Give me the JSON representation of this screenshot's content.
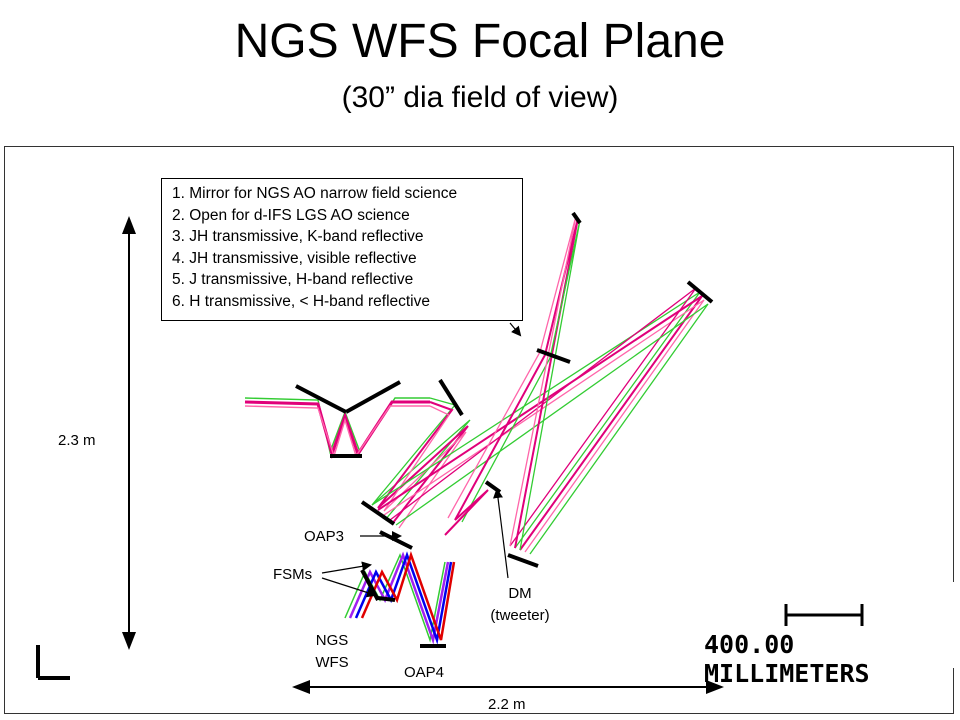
{
  "title": "NGS WFS Focal Plane",
  "subtitle": "(30” dia field of view)",
  "legend": [
    "1. Mirror for NGS AO narrow field science",
    "2. Open for d-IFS LGS AO science",
    "3. JH transmissive, K-band reflective",
    "4. JH transmissive, visible reflective",
    "5. J transmissive, H-band reflective",
    "6. H transmissive, < H-band reflective"
  ],
  "labels": {
    "oap3": "OAP3",
    "fsms": "FSMs",
    "ngs_wfs_line1": "NGS",
    "ngs_wfs_line2": "WFS",
    "oap4": "OAP4",
    "dm_line1": "DM",
    "dm_line2": "(tweeter)",
    "height": "2.3 m",
    "width": "2.2 m"
  },
  "scale_bar": {
    "label": "400.00 MILLIMETERS"
  },
  "colors": {
    "green": "#33cc33",
    "magenta": "#e0007a",
    "pink": "#ff66aa",
    "red": "#e00000",
    "purple": "#a020f0",
    "blue": "#0000ee"
  }
}
